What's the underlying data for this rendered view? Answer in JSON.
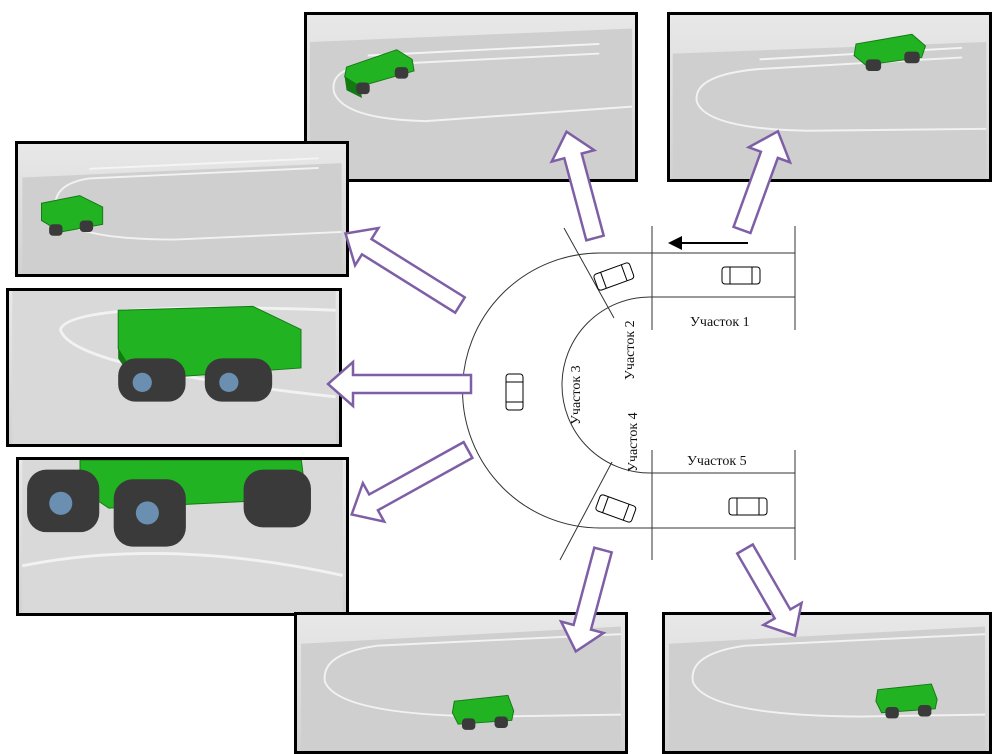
{
  "diagram": {
    "sections": [
      {
        "id": "s1",
        "label": "Участок 1"
      },
      {
        "id": "s2",
        "label": "Участок 2"
      },
      {
        "id": "s3",
        "label": "Участок 3"
      },
      {
        "id": "s4",
        "label": "Участок 4"
      },
      {
        "id": "s5",
        "label": "Участок 5"
      }
    ],
    "direction": "movement-arrow-left"
  },
  "colors": {
    "vehicle_body": "#22b322",
    "vehicle_dark": "#137a13",
    "arrow_outline": "#7e5fa6",
    "arrow_fill": "#ffffff",
    "ground": "#cfcfcf",
    "track": "#3a3a3a"
  },
  "panels": [
    {
      "id": "p1",
      "view": "far",
      "track": "oval"
    },
    {
      "id": "p2",
      "view": "far",
      "track": "oval"
    },
    {
      "id": "p3",
      "view": "far",
      "track": "oval"
    },
    {
      "id": "p4",
      "view": "close-up",
      "track": "oval"
    },
    {
      "id": "p5",
      "view": "close-up",
      "track": "oval"
    },
    {
      "id": "p6",
      "view": "far",
      "track": "oval"
    },
    {
      "id": "p7",
      "view": "far",
      "track": "oval"
    }
  ]
}
